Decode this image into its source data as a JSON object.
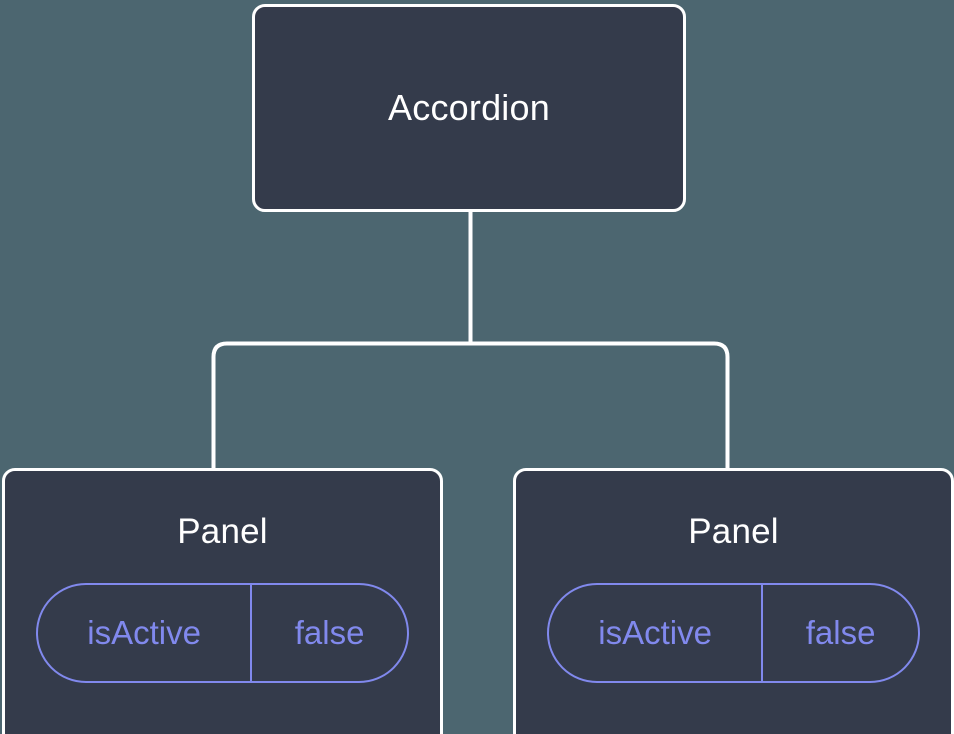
{
  "diagram": {
    "type": "component-tree",
    "background_color": "#4c6670",
    "node_fill_color": "#343b4b",
    "node_border_color": "#ffffff",
    "edge_color": "#ffffff",
    "prop_accent_color": "#8189ed",
    "root": {
      "label": "Accordion"
    },
    "children": [
      {
        "label": "Panel",
        "props": [
          {
            "key": "isActive",
            "value": "false"
          }
        ]
      },
      {
        "label": "Panel",
        "props": [
          {
            "key": "isActive",
            "value": "false"
          }
        ]
      }
    ]
  }
}
